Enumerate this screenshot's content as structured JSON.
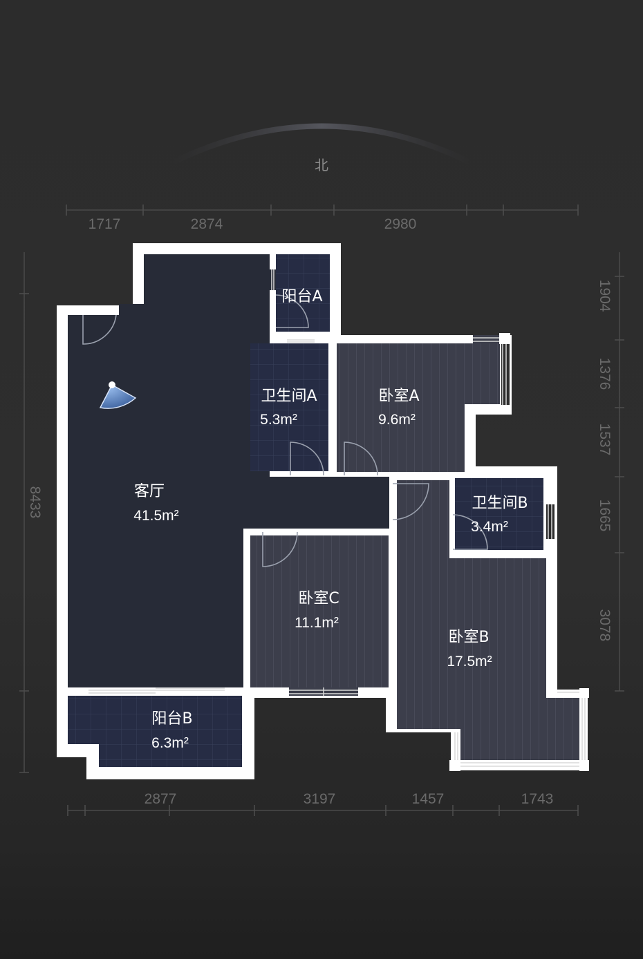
{
  "compass": {
    "label": "北"
  },
  "dimensions": {
    "top": [
      "1717",
      "2874",
      "2980"
    ],
    "bottom": [
      "2877",
      "3197",
      "1457",
      "1743"
    ],
    "right": [
      "1904",
      "1376",
      "1537",
      "1665",
      "3078"
    ],
    "left": [
      "8433"
    ]
  },
  "rooms": {
    "living": {
      "name": "客厅",
      "area": "41.5m²"
    },
    "balcony_a": {
      "name": "阳台A",
      "area": ""
    },
    "bath_a": {
      "name": "卫生间A",
      "area": "5.3m²"
    },
    "bedroom_a": {
      "name": "卧室A",
      "area": "9.6m²"
    },
    "bath_b": {
      "name": "卫生间B",
      "area": "3.4m²"
    },
    "bedroom_c": {
      "name": "卧室C",
      "area": "11.1m²"
    },
    "bedroom_b": {
      "name": "卧室B",
      "area": "17.5m²"
    },
    "balcony_b": {
      "name": "阳台B",
      "area": "6.3m²"
    }
  },
  "colors": {
    "background": "#2d2d2d",
    "living_floor": "#272b37",
    "bedroom_floor": "#3d3f4c",
    "wet_floor": "#262c44",
    "wall": "#ffffff",
    "view_cone": "#5c86c8"
  }
}
